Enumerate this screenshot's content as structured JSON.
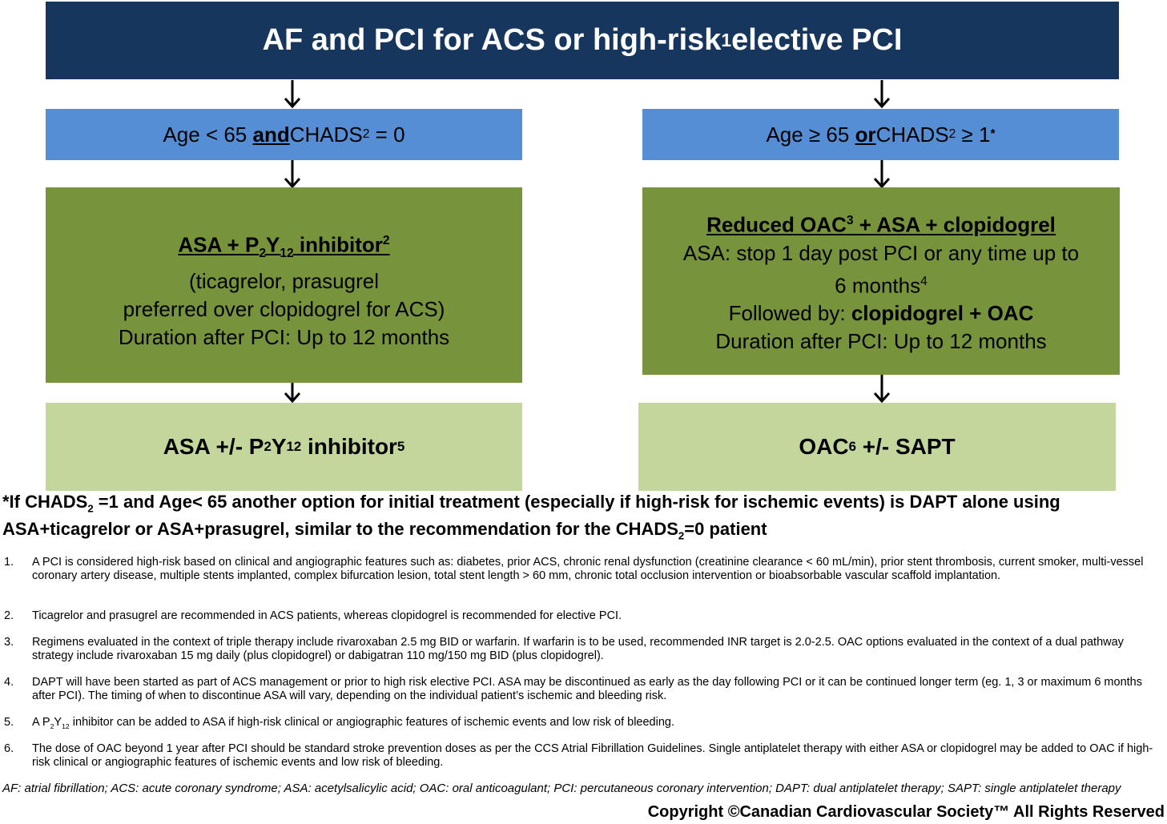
{
  "title": {
    "pre": "AF and PCI for ACS or high-risk",
    "sup": "1",
    "post": " elective PCI"
  },
  "left": {
    "criteria": {
      "a": "Age < 65 ",
      "and": "and",
      "b": " CHADS",
      "sub": "2",
      "c": " = 0"
    },
    "therapy": {
      "h1": "ASA + P",
      "s1": "2",
      "h2": "Y",
      "s2": "12",
      "h3": " inhibitor",
      "sup": "2",
      "l1": "(ticagrelor, prasugrel",
      "l2": "preferred over clopidogrel for ACS)",
      "l3": "Duration after PCI: Up to 12 months"
    },
    "long": {
      "a": "ASA +/- P",
      "s1": "2",
      "b": "Y",
      "s2": "12",
      "c": " inhibitor",
      "sup": "5"
    }
  },
  "right": {
    "criteria": {
      "a": "Age ≥ 65 ",
      "or": "or",
      "b": " CHADS",
      "sub": "2",
      "c": " ≥ 1",
      "sup": "*"
    },
    "therapy": {
      "h1": "Reduced OAC",
      "sup1": "3",
      "h2": " + ASA + clopidogrel",
      "l1": "ASA: stop 1 day post PCI or any time up to",
      "l2": "6 months",
      "sup2": "4",
      "l3a": "Followed by: ",
      "l3b": "clopidogrel + OAC",
      "l4": "Duration after PCI: Up to 12 months"
    },
    "long": {
      "a": "OAC",
      "sup": "6",
      "b": " +/- SAPT"
    }
  },
  "note": {
    "a": "*If CHADS",
    "s1": "2",
    "b": " =1 and Age< 65 another option for initial treatment (especially if high-risk for ischemic events) is DAPT alone using ASA+ticagrelor or ASA+prasugrel, similar to the recommendation for the CHADS",
    "s2": "2",
    "c": "=0 patient"
  },
  "footnotes": [
    {
      "n": "1.",
      "text": "A PCI is considered high-risk based on clinical and angiographic features such as: diabetes, prior ACS, chronic renal dysfunction (creatinine clearance < 60 mL/min), prior stent thrombosis, current smoker, multi-vessel coronary artery disease, multiple stents implanted, complex bifurcation lesion, total stent length > 60 mm, chronic total occlusion intervention or bioabsorbable vascular scaffold implantation."
    },
    {
      "n": "2.",
      "text": "Ticagrelor and prasugrel are recommended in ACS patients, whereas clopidogrel is recommended for elective PCI."
    },
    {
      "n": "3.",
      "text": "Regimens evaluated in the context of triple therapy include rivaroxaban 2.5 mg BID or warfarin. If warfarin is to be used, recommended INR target is 2.0-2.5. OAC options evaluated in the context of a dual pathway strategy include rivaroxaban 15 mg  daily (plus clopidogrel) or  dabigatran 110 mg/150 mg BID (plus clopidogrel)."
    },
    {
      "n": "4.",
      "text": "DAPT will have been started as part of ACS management or prior to high risk elective PCI. ASA may be discontinued as early as the day following PCI or it can be continued longer term (eg. 1, 3 or maximum 6 months after PCI). The timing of when to discontinue ASA will vary, depending on the individual patient’s ischemic and bleeding risk."
    },
    {
      "n": "5.",
      "a": "A P",
      "s1": "2",
      "b": "Y",
      "s2": "12",
      "c": " inhibitor can be added to ASA if high-risk clinical or angiographic features of ischemic events and low risk of bleeding."
    },
    {
      "n": "6.",
      "text": "The dose of OAC beyond 1 year after PCI should be standard stroke prevention doses as per the CCS Atrial Fibrillation Guidelines. Single antiplatelet therapy with either ASA or clopidogrel may be added to OAC if high-risk clinical or angiographic features of ischemic events and low risk of bleeding."
    }
  ],
  "abbreviations": "AF: atrial fibrillation; ACS: acute coronary syndrome; ASA: acetylsalicylic acid; OAC: oral anticoagulant; PCI: percutaneous coronary intervention; DAPT: dual antiplatelet therapy; SAPT: single antiplatelet therapy",
  "copyright": "Copyright ©Canadian Cardiovascular Society™ All Rights Reserved",
  "colors": {
    "title": "#17365d",
    "criteria": "#558ed5",
    "therapy": "#77933c",
    "long_term": "#c3d69b"
  }
}
